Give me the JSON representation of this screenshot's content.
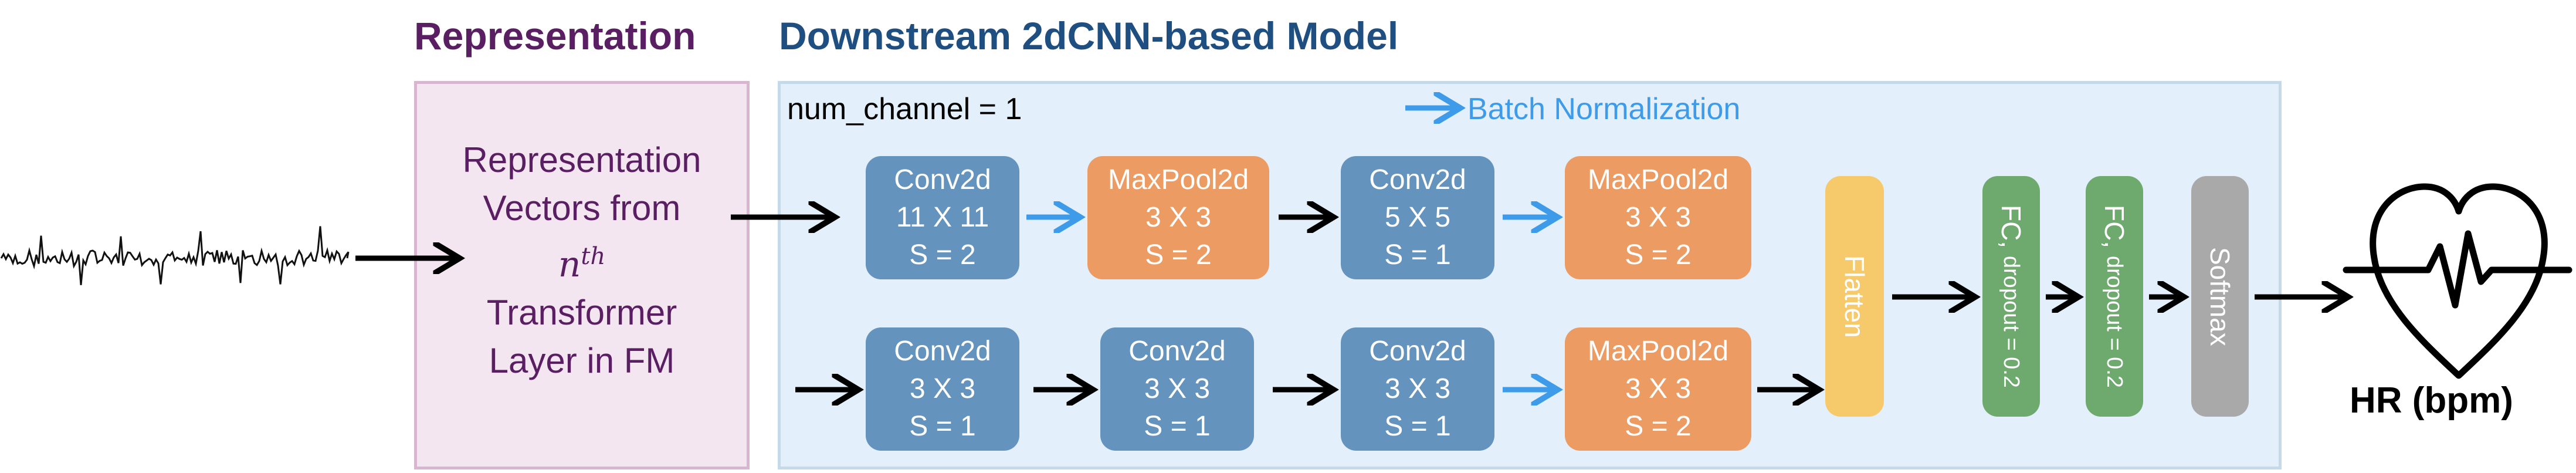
{
  "headings": {
    "representation": "Representation",
    "downstream": "Downstream 2dCNN-based Model"
  },
  "representation_box": {
    "line1": "Representation",
    "line2": "Vectors from",
    "superscript_base": "n",
    "superscript": "th",
    "line4": "Transformer",
    "line5": "Layer in FM"
  },
  "model": {
    "num_channel_label": "num_channel = 1",
    "legend_label": "Batch Normalization",
    "top_row": [
      {
        "name": "Conv2d",
        "kernel": "11 X 11",
        "stride": "S = 2"
      },
      {
        "name": "MaxPool2d",
        "kernel": "3 X 3",
        "stride": "S = 2"
      },
      {
        "name": "Conv2d",
        "kernel": "5 X 5",
        "stride": "S = 1"
      },
      {
        "name": "MaxPool2d",
        "kernel": "3 X 3",
        "stride": "S = 2"
      }
    ],
    "bottom_row": [
      {
        "name": "Conv2d",
        "kernel": "3 X 3",
        "stride": "S = 1"
      },
      {
        "name": "Conv2d",
        "kernel": "3 X 3",
        "stride": "S = 1"
      },
      {
        "name": "Conv2d",
        "kernel": "3 X 3",
        "stride": "S = 1"
      },
      {
        "name": "MaxPool2d",
        "kernel": "3 X 3",
        "stride": "S = 2"
      }
    ],
    "flatten": "Flatten",
    "fc1": {
      "name": "FC,",
      "dropout": "dropout = 0.2"
    },
    "fc2": {
      "name": "FC,",
      "dropout": "dropout = 0.2"
    },
    "softmax": "Softmax"
  },
  "output": {
    "label": "HR (bpm)"
  },
  "colors": {
    "representation_heading": "#5a1f63",
    "downstream_heading": "#1f4e80",
    "conv": "#6493bd",
    "maxpool": "#ec9b63",
    "flatten": "#f6c96a",
    "fc": "#6eaa6e",
    "softmax": "#a9a9a9",
    "batchnorm_arrow": "#3d9be9",
    "black_arrow": "#000000"
  },
  "icons": {
    "signal": "ecg-waveform-icon",
    "output": "heart-pulse-icon"
  }
}
